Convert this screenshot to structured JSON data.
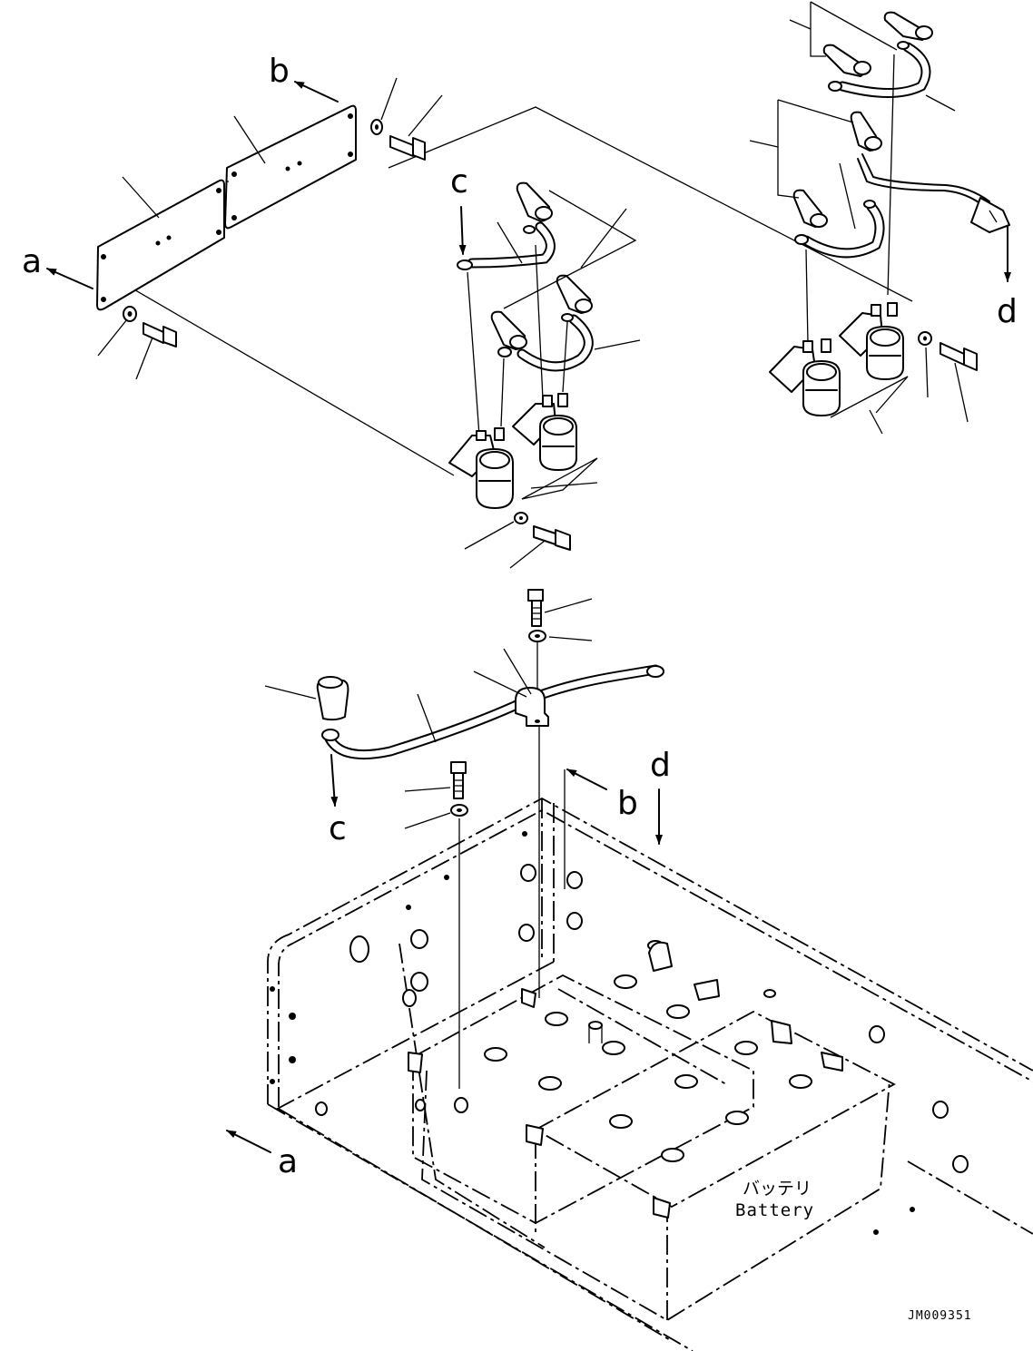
{
  "labels": {
    "a": "a",
    "b": "b",
    "c": "c",
    "d": "d"
  },
  "battery": {
    "label_jp": "バッテリ",
    "label_en": "Battery"
  },
  "drawing_code": "JM009351",
  "icons": [
    "bolt-icon",
    "washer-icon",
    "terminal-cap-icon",
    "relay-icon",
    "cable-icon",
    "arrow-icon"
  ]
}
